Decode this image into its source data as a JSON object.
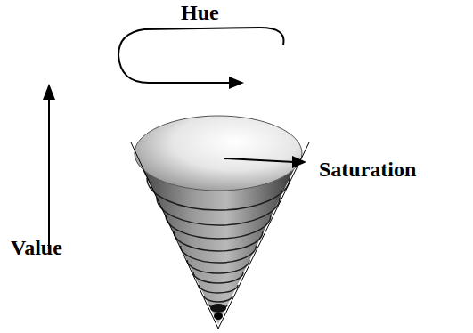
{
  "diagram": {
    "labels": [
      "Hue",
      "Saturation",
      "Value"
    ]
  }
}
